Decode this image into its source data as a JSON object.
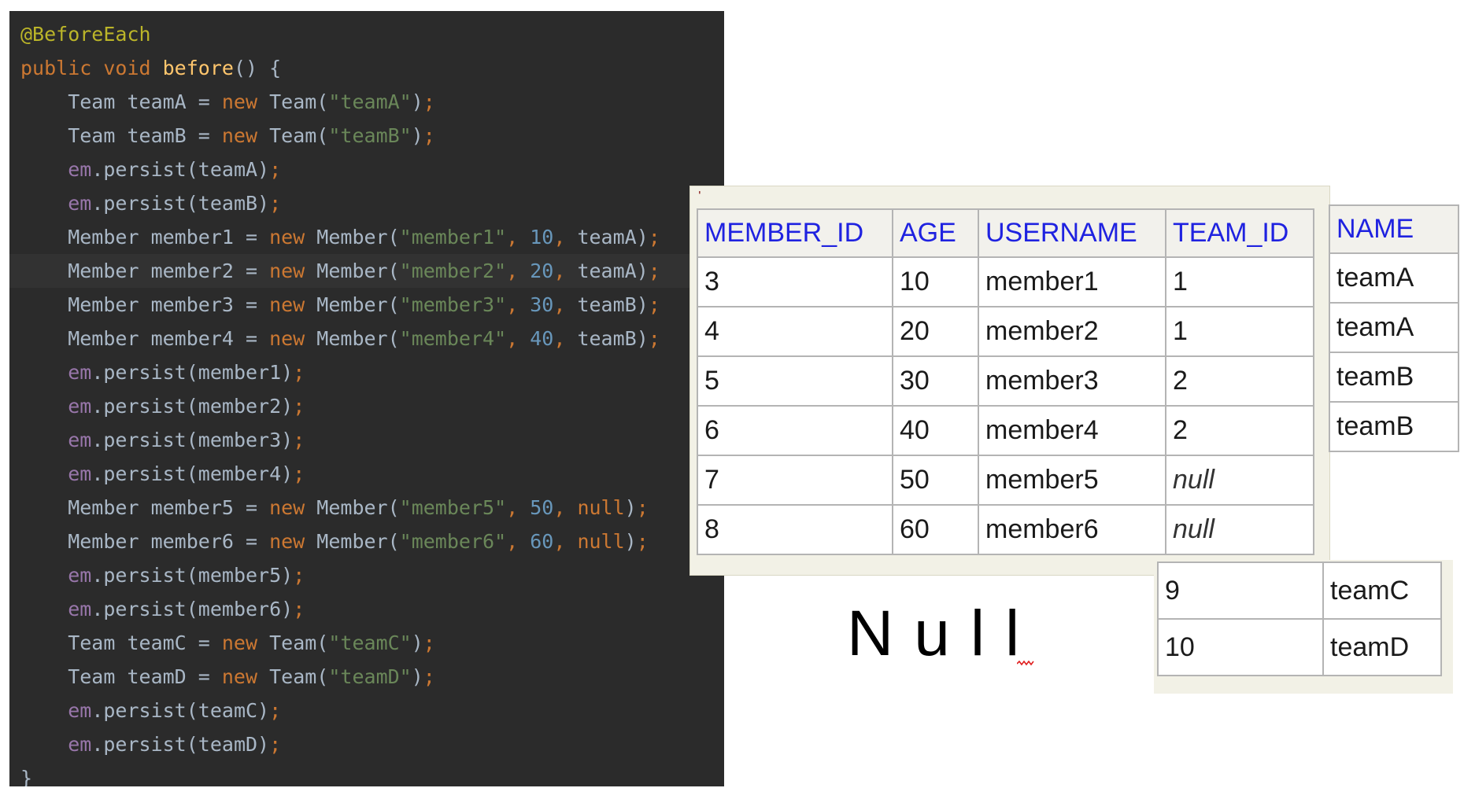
{
  "code": {
    "lines": [
      [
        {
          "t": "@BeforeEach",
          "c": "annotation"
        }
      ],
      [
        {
          "t": "public void ",
          "c": "keyword"
        },
        {
          "t": "before",
          "c": "method"
        },
        {
          "t": "() {",
          "c": "plain"
        }
      ],
      [
        {
          "t": "    Team teamA = ",
          "c": "plain"
        },
        {
          "t": "new ",
          "c": "keyword"
        },
        {
          "t": "Team(",
          "c": "plain"
        },
        {
          "t": "\"teamA\"",
          "c": "string"
        },
        {
          "t": ")",
          "c": "plain"
        },
        {
          "t": ";",
          "c": "keyword"
        }
      ],
      [
        {
          "t": "    Team teamB = ",
          "c": "plain"
        },
        {
          "t": "new ",
          "c": "keyword"
        },
        {
          "t": "Team(",
          "c": "plain"
        },
        {
          "t": "\"teamB\"",
          "c": "string"
        },
        {
          "t": ")",
          "c": "plain"
        },
        {
          "t": ";",
          "c": "keyword"
        }
      ],
      [
        {
          "t": "    ",
          "c": "plain"
        },
        {
          "t": "em",
          "c": "field"
        },
        {
          "t": ".persist(teamA)",
          "c": "plain"
        },
        {
          "t": ";",
          "c": "keyword"
        }
      ],
      [
        {
          "t": "    ",
          "c": "plain"
        },
        {
          "t": "em",
          "c": "field"
        },
        {
          "t": ".persist(teamB)",
          "c": "plain"
        },
        {
          "t": ";",
          "c": "keyword"
        }
      ],
      [
        {
          "t": "    Member member1 = ",
          "c": "plain"
        },
        {
          "t": "new ",
          "c": "keyword"
        },
        {
          "t": "Member(",
          "c": "plain"
        },
        {
          "t": "\"member1\"",
          "c": "string"
        },
        {
          "t": ", ",
          "c": "keyword"
        },
        {
          "t": "10",
          "c": "number"
        },
        {
          "t": ", ",
          "c": "keyword"
        },
        {
          "t": "teamA)",
          "c": "plain"
        },
        {
          "t": ";",
          "c": "keyword"
        }
      ],
      [
        {
          "t": "    Member member2 = ",
          "c": "plain"
        },
        {
          "t": "new ",
          "c": "keyword"
        },
        {
          "t": "Member(",
          "c": "plain"
        },
        {
          "t": "\"member2\"",
          "c": "string"
        },
        {
          "t": ", ",
          "c": "keyword"
        },
        {
          "t": "20",
          "c": "number"
        },
        {
          "t": ", ",
          "c": "keyword"
        },
        {
          "t": "teamA)",
          "c": "plain"
        },
        {
          "t": ";",
          "c": "keyword"
        }
      ],
      [
        {
          "t": "    Member member3 = ",
          "c": "plain"
        },
        {
          "t": "new ",
          "c": "keyword"
        },
        {
          "t": "Member(",
          "c": "plain"
        },
        {
          "t": "\"member3\"",
          "c": "string"
        },
        {
          "t": ", ",
          "c": "keyword"
        },
        {
          "t": "30",
          "c": "number"
        },
        {
          "t": ", ",
          "c": "keyword"
        },
        {
          "t": "teamB)",
          "c": "plain"
        },
        {
          "t": ";",
          "c": "keyword"
        }
      ],
      [
        {
          "t": "    Member member4 = ",
          "c": "plain"
        },
        {
          "t": "new ",
          "c": "keyword"
        },
        {
          "t": "Member(",
          "c": "plain"
        },
        {
          "t": "\"member4\"",
          "c": "string"
        },
        {
          "t": ", ",
          "c": "keyword"
        },
        {
          "t": "40",
          "c": "number"
        },
        {
          "t": ", ",
          "c": "keyword"
        },
        {
          "t": "teamB)",
          "c": "plain"
        },
        {
          "t": ";",
          "c": "keyword"
        }
      ],
      [
        {
          "t": "    ",
          "c": "plain"
        },
        {
          "t": "em",
          "c": "field"
        },
        {
          "t": ".persist(member1)",
          "c": "plain"
        },
        {
          "t": ";",
          "c": "keyword"
        }
      ],
      [
        {
          "t": "    ",
          "c": "plain"
        },
        {
          "t": "em",
          "c": "field"
        },
        {
          "t": ".persist(member2)",
          "c": "plain"
        },
        {
          "t": ";",
          "c": "keyword"
        }
      ],
      [
        {
          "t": "    ",
          "c": "plain"
        },
        {
          "t": "em",
          "c": "field"
        },
        {
          "t": ".persist(member3)",
          "c": "plain"
        },
        {
          "t": ";",
          "c": "keyword"
        }
      ],
      [
        {
          "t": "    ",
          "c": "plain"
        },
        {
          "t": "em",
          "c": "field"
        },
        {
          "t": ".persist(member4)",
          "c": "plain"
        },
        {
          "t": ";",
          "c": "keyword"
        }
      ],
      [
        {
          "t": "    Member member5 = ",
          "c": "plain"
        },
        {
          "t": "new ",
          "c": "keyword"
        },
        {
          "t": "Member(",
          "c": "plain"
        },
        {
          "t": "\"member5\"",
          "c": "string"
        },
        {
          "t": ", ",
          "c": "keyword"
        },
        {
          "t": "50",
          "c": "number"
        },
        {
          "t": ", ",
          "c": "keyword"
        },
        {
          "t": "null",
          "c": "keyword"
        },
        {
          "t": ")",
          "c": "plain"
        },
        {
          "t": ";",
          "c": "keyword"
        }
      ],
      [
        {
          "t": "    Member member6 = ",
          "c": "plain"
        },
        {
          "t": "new ",
          "c": "keyword"
        },
        {
          "t": "Member(",
          "c": "plain"
        },
        {
          "t": "\"member6\"",
          "c": "string"
        },
        {
          "t": ", ",
          "c": "keyword"
        },
        {
          "t": "60",
          "c": "number"
        },
        {
          "t": ", ",
          "c": "keyword"
        },
        {
          "t": "null",
          "c": "keyword"
        },
        {
          "t": ")",
          "c": "plain"
        },
        {
          "t": ";",
          "c": "keyword"
        }
      ],
      [
        {
          "t": "    ",
          "c": "plain"
        },
        {
          "t": "em",
          "c": "field"
        },
        {
          "t": ".persist(member5)",
          "c": "plain"
        },
        {
          "t": ";",
          "c": "keyword"
        }
      ],
      [
        {
          "t": "    ",
          "c": "plain"
        },
        {
          "t": "em",
          "c": "field"
        },
        {
          "t": ".persist(member6)",
          "c": "plain"
        },
        {
          "t": ";",
          "c": "keyword"
        }
      ],
      [
        {
          "t": "    Team teamC = ",
          "c": "plain"
        },
        {
          "t": "new ",
          "c": "keyword"
        },
        {
          "t": "Team(",
          "c": "plain"
        },
        {
          "t": "\"teamC\"",
          "c": "string"
        },
        {
          "t": ")",
          "c": "plain"
        },
        {
          "t": ";",
          "c": "keyword"
        }
      ],
      [
        {
          "t": "    Team teamD = ",
          "c": "plain"
        },
        {
          "t": "new ",
          "c": "keyword"
        },
        {
          "t": "Team(",
          "c": "plain"
        },
        {
          "t": "\"teamD\"",
          "c": "string"
        },
        {
          "t": ")",
          "c": "plain"
        },
        {
          "t": ";",
          "c": "keyword"
        }
      ],
      [
        {
          "t": "    ",
          "c": "plain"
        },
        {
          "t": "em",
          "c": "field"
        },
        {
          "t": ".persist(teamC)",
          "c": "plain"
        },
        {
          "t": ";",
          "c": "keyword"
        }
      ],
      [
        {
          "t": "    ",
          "c": "plain"
        },
        {
          "t": "em",
          "c": "field"
        },
        {
          "t": ".persist(teamD)",
          "c": "plain"
        },
        {
          "t": ";",
          "c": "keyword"
        }
      ],
      [
        {
          "t": "}",
          "c": "plain"
        }
      ]
    ],
    "highlighted_line": 7,
    "colors": {
      "background": "#2b2b2b",
      "annotation": "#bbb529",
      "keyword": "#cc7832",
      "method": "#ffc66d",
      "string": "#6a8759",
      "number": "#6897bb",
      "field": "#9876aa",
      "plain": "#a9b7c6"
    }
  },
  "members_table": {
    "headers": [
      "MEMBER_ID",
      "AGE",
      "USERNAME",
      "TEAM_ID"
    ],
    "rows": [
      [
        "3",
        "10",
        "member1",
        "1"
      ],
      [
        "4",
        "20",
        "member2",
        "1"
      ],
      [
        "5",
        "30",
        "member3",
        "2"
      ],
      [
        "6",
        "40",
        "member4",
        "2"
      ],
      [
        "7",
        "50",
        "member5",
        "null"
      ],
      [
        "8",
        "60",
        "member6",
        "null"
      ]
    ],
    "header_color": "#1f22e0"
  },
  "team_names_table": {
    "header": "NAME",
    "rows": [
      "teamA",
      "teamA",
      "teamB",
      "teamB"
    ]
  },
  "team_extra_table": {
    "rows": [
      [
        "9",
        "teamC"
      ],
      [
        "10",
        "teamD"
      ]
    ]
  },
  "annotation_label": "Null"
}
